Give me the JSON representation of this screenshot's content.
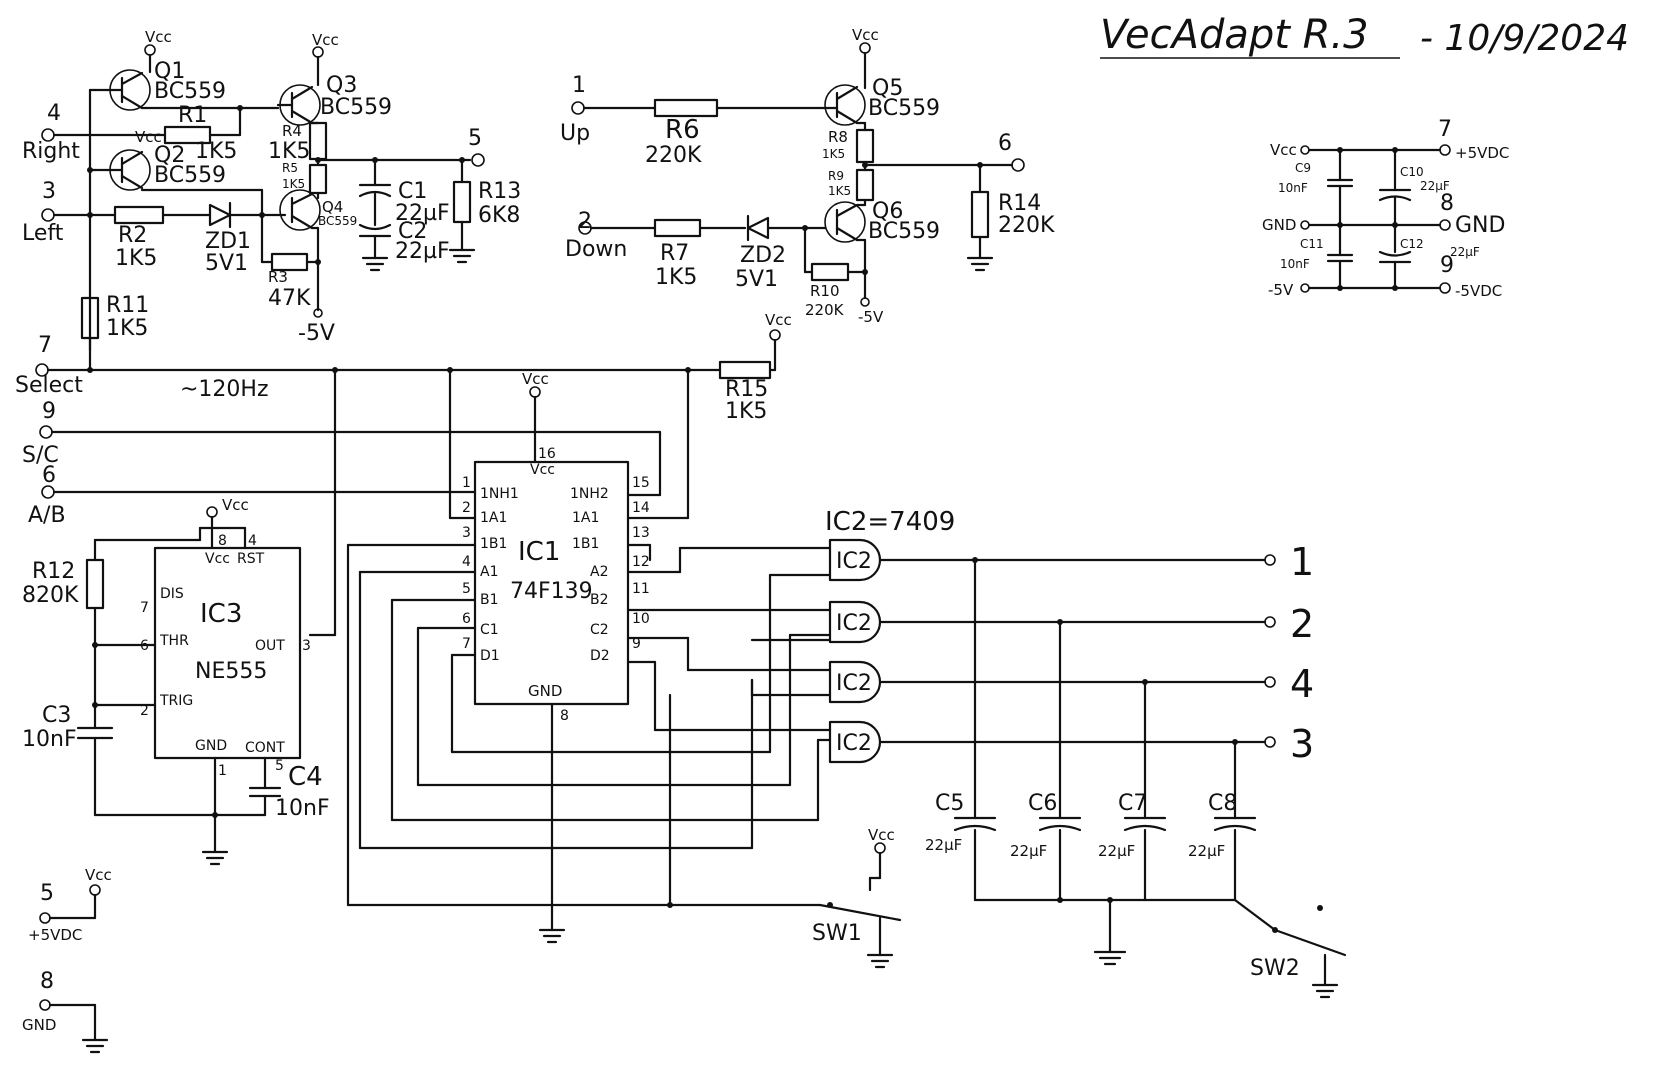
{
  "title": "VecAdapt R.3",
  "date": "- 10/9/2024",
  "frequency_note": "~120Hz",
  "ic2_note": "IC2=7409",
  "supply": {
    "vcc": "Vcc",
    "minus5": "-5V",
    "gnd": "GND"
  },
  "connectors": {
    "right": {
      "num": "4",
      "label": "Right"
    },
    "left": {
      "num": "3",
      "label": "Left"
    },
    "select": {
      "num": "7",
      "label": "Select"
    },
    "sc": {
      "num": "9",
      "label": "S/C"
    },
    "ab": {
      "num": "6",
      "label": "A/B"
    },
    "up": {
      "num": "1",
      "label": "Up"
    },
    "down": {
      "num": "2",
      "label": "Down"
    },
    "out5": {
      "num": "5"
    },
    "out6": {
      "num": "6"
    },
    "plus5": {
      "num": "5",
      "label": "+5VDC"
    },
    "gnd8": {
      "num": "8",
      "label": "GND"
    }
  },
  "transistors": {
    "q1": {
      "name": "Q1",
      "type": "BC559"
    },
    "q2": {
      "name": "Q2",
      "type": "BC559"
    },
    "q3": {
      "name": "Q3",
      "type": "BC559"
    },
    "q4": {
      "name": "Q4",
      "type": "BC559"
    },
    "q5": {
      "name": "Q5",
      "type": "BC559"
    },
    "q6": {
      "name": "Q6",
      "type": "BC559"
    }
  },
  "resistors": {
    "r1": {
      "name": "R1",
      "value": "1K5"
    },
    "r2": {
      "name": "R2",
      "value": "1K5"
    },
    "r3": {
      "name": "R3",
      "value": "47K"
    },
    "r4": {
      "name": "R4",
      "value": "1K5"
    },
    "r5": {
      "name": "R5",
      "value": "1K5"
    },
    "r6": {
      "name": "R6",
      "value": "220K"
    },
    "r7": {
      "name": "R7",
      "value": "1K5"
    },
    "r8": {
      "name": "R8",
      "value": "1K5"
    },
    "r9": {
      "name": "R9",
      "value": "1K5"
    },
    "r10": {
      "name": "R10",
      "value": "220K"
    },
    "r11": {
      "name": "R11",
      "value": "1K5"
    },
    "r12": {
      "name": "R12",
      "value": "820K"
    },
    "r13": {
      "name": "R13",
      "value": "6K8"
    },
    "r14": {
      "name": "R14",
      "value": "220K"
    },
    "r15": {
      "name": "R15",
      "value": "1K5"
    }
  },
  "zeners": {
    "zd1": {
      "name": "ZD1",
      "value": "5V1"
    },
    "zd2": {
      "name": "ZD2",
      "value": "5V1"
    }
  },
  "capacitors": {
    "c1": {
      "name": "C1",
      "value": "22µF"
    },
    "c2": {
      "name": "C2",
      "value": "22µF"
    },
    "c3": {
      "name": "C3",
      "value": "10nF"
    },
    "c4": {
      "name": "C4",
      "value": "10nF"
    },
    "c5": {
      "name": "C5",
      "value": "22µF"
    },
    "c6": {
      "name": "C6",
      "value": "22µF"
    },
    "c7": {
      "name": "C7",
      "value": "22µF"
    },
    "c8": {
      "name": "C8",
      "value": "22µF"
    },
    "c9": {
      "name": "C9",
      "value": "10nF"
    },
    "c10": {
      "name": "C10",
      "value": "22µF"
    },
    "c11": {
      "name": "C11",
      "value": "10nF"
    },
    "c12": {
      "name": "C12",
      "value": "22µF"
    }
  },
  "ic1": {
    "name": "IC1",
    "part": "74F139",
    "pins_left": [
      {
        "num": "1",
        "label": "1NH1"
      },
      {
        "num": "2",
        "label": "1A1"
      },
      {
        "num": "3",
        "label": "1B1"
      },
      {
        "num": "4",
        "label": "A1"
      },
      {
        "num": "5",
        "label": "B1"
      },
      {
        "num": "6",
        "label": "C1"
      },
      {
        "num": "7",
        "label": "D1"
      }
    ],
    "pins_right": [
      {
        "num": "15",
        "label": "1NH2"
      },
      {
        "num": "14",
        "label": "1A1"
      },
      {
        "num": "13",
        "label": "1B1"
      },
      {
        "num": "12",
        "label": "A2"
      },
      {
        "num": "11",
        "label": "B2"
      },
      {
        "num": "10",
        "label": "C2"
      },
      {
        "num": "9",
        "label": "D2"
      }
    ],
    "vcc_pin": "16",
    "vcc_label": "Vcc",
    "gnd_pin": "8",
    "gnd_label": "GND"
  },
  "ic3": {
    "name": "IC3",
    "part": "NE555",
    "pins": [
      {
        "num": "8",
        "label": "Vcc"
      },
      {
        "num": "4",
        "label": "RST"
      },
      {
        "num": "7",
        "label": "DIS"
      },
      {
        "num": "6",
        "label": "THR"
      },
      {
        "num": "3",
        "label": "OUT"
      },
      {
        "num": "2",
        "label": "TRIG"
      },
      {
        "num": "1",
        "label": "GND"
      },
      {
        "num": "5",
        "label": "CONT"
      }
    ]
  },
  "gates": [
    {
      "label": "IC2"
    },
    {
      "label": "IC2"
    },
    {
      "label": "IC2"
    },
    {
      "label": "IC2"
    }
  ],
  "outputs": [
    "1",
    "2",
    "4",
    "3"
  ],
  "psu": {
    "vcc": "Vcc",
    "gnd": "GND",
    "minus5": "-5V",
    "pin7": "7",
    "pin8": "8",
    "pin9": "9",
    "plus5vdc": "+5VDC",
    "gndr": "GND",
    "minus5vdc": "-5VDC"
  },
  "switches": {
    "sw1": "SW1",
    "sw2": "SW2"
  }
}
